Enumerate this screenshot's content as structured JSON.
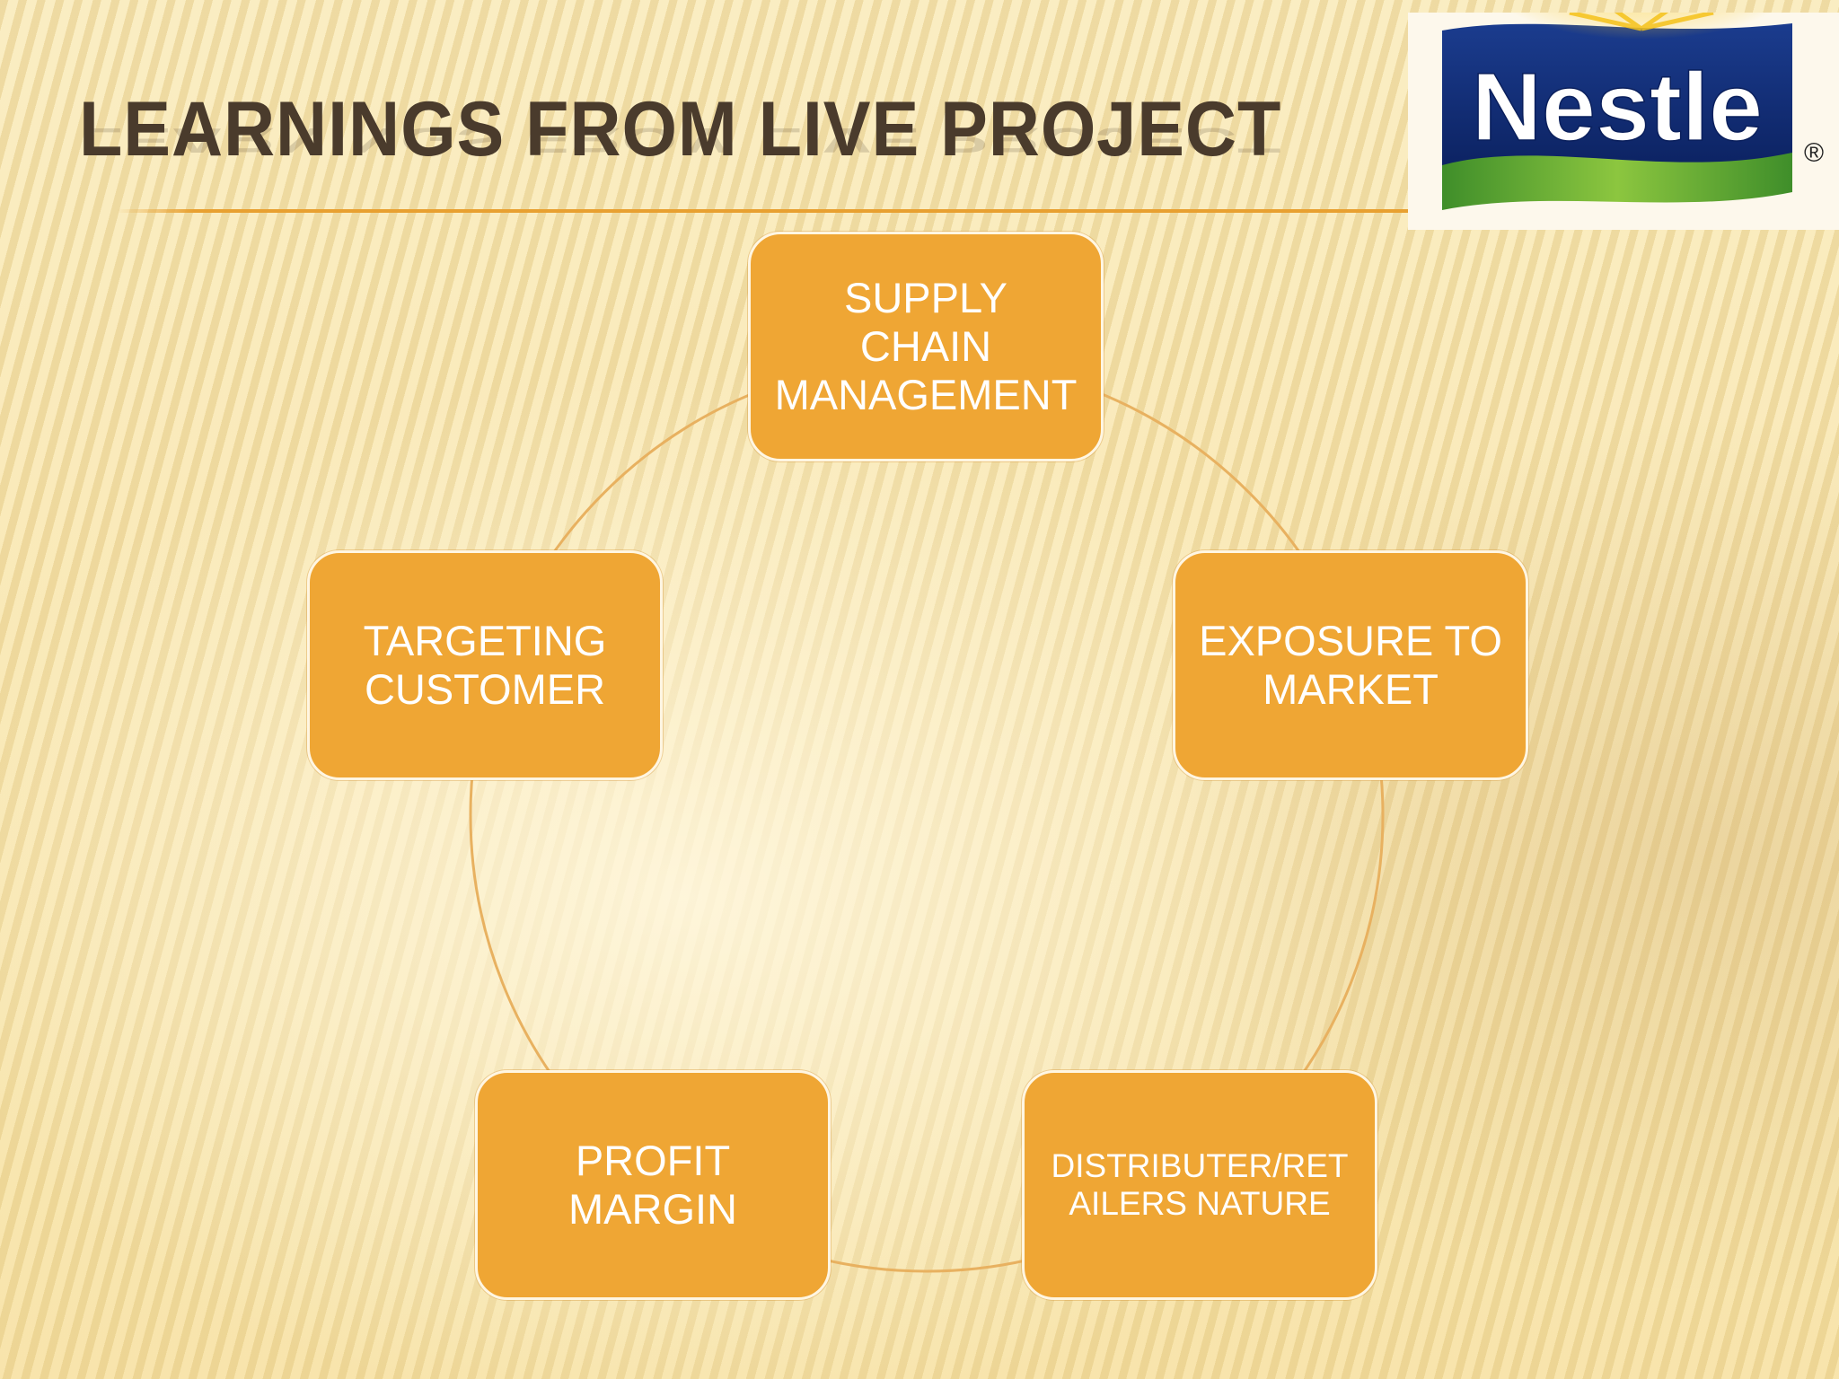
{
  "slide": {
    "title": "LEARNINGS FROM LIVE PROJECT"
  },
  "logo": {
    "text": "Nestle",
    "registered_mark": "®",
    "colors": {
      "banner": "#0f2c73",
      "sun": "#f5c21a",
      "grass": "#59a531"
    }
  },
  "diagram": {
    "type": "cycle",
    "nodes": [
      {
        "label": "SUPPLY CHAIN\nMANAGEMENT"
      },
      {
        "label": "EXPOSURE TO\nMARKET"
      },
      {
        "label": "DISTRIBUTER/RET\nAILERS NATURE"
      },
      {
        "label": "PROFIT\nMARGIN"
      },
      {
        "label": "TARGETING\nCUSTOMER"
      }
    ]
  },
  "colors": {
    "node_fill": "#efa634",
    "node_border": "#fff6e2",
    "connector": "#e8b160",
    "title_text": "#4a3b2c",
    "rule": "#e8a030"
  }
}
